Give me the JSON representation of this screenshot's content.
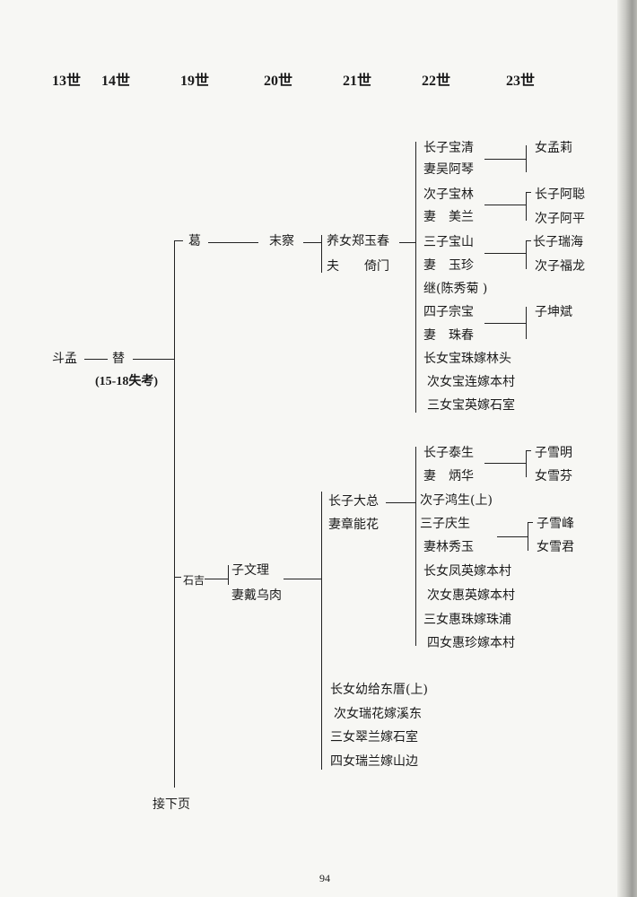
{
  "generations": [
    "13世",
    "14世",
    "19世",
    "20世",
    "21世",
    "22世",
    "23世"
  ],
  "root": {
    "name": "斗孟",
    "son": "替",
    "note": "(15-18失考)"
  },
  "ge_branch": {
    "g19": "葛",
    "g20": "末察",
    "g21": [
      "养女郑玉春",
      "夫　　倚门"
    ],
    "g22": [
      "长子宝清",
      "妻吴阿琴",
      "次子宝林",
      "妻　美兰",
      "三子宝山",
      "妻　玉珍",
      "继(陈秀菊 )",
      "四子宗宝",
      "妻　珠春",
      "长女宝珠嫁林头",
      "次女宝连嫁本村",
      "三女宝英嫁石室"
    ],
    "g23": [
      "女孟莉",
      "长子阿聪",
      "次子阿平",
      "长子瑞海",
      "次子福龙",
      "子坤斌"
    ]
  },
  "shi_branch": {
    "g19": "石吉",
    "g20": [
      "子文理",
      "妻戴乌肉"
    ],
    "g21": [
      "长子大总",
      "妻章能花"
    ],
    "g22": [
      "长子泰生",
      "妻　炳华",
      "次子鸿生(上)",
      "三子庆生",
      "妻林秀玉",
      "长女凤英嫁本村",
      "次女惠英嫁本村",
      "三女惠珠嫁珠浦",
      "四女惠珍嫁本村"
    ],
    "g23": [
      "子雪明",
      "女雪芬",
      "子雪峰",
      "女雪君"
    ],
    "daughters": [
      "长女幼给东厝(上)",
      "次女瑞花嫁溪东",
      "三女翠兰嫁石室",
      "四女瑞兰嫁山边"
    ]
  },
  "continued": "接下页",
  "page_number": "94"
}
